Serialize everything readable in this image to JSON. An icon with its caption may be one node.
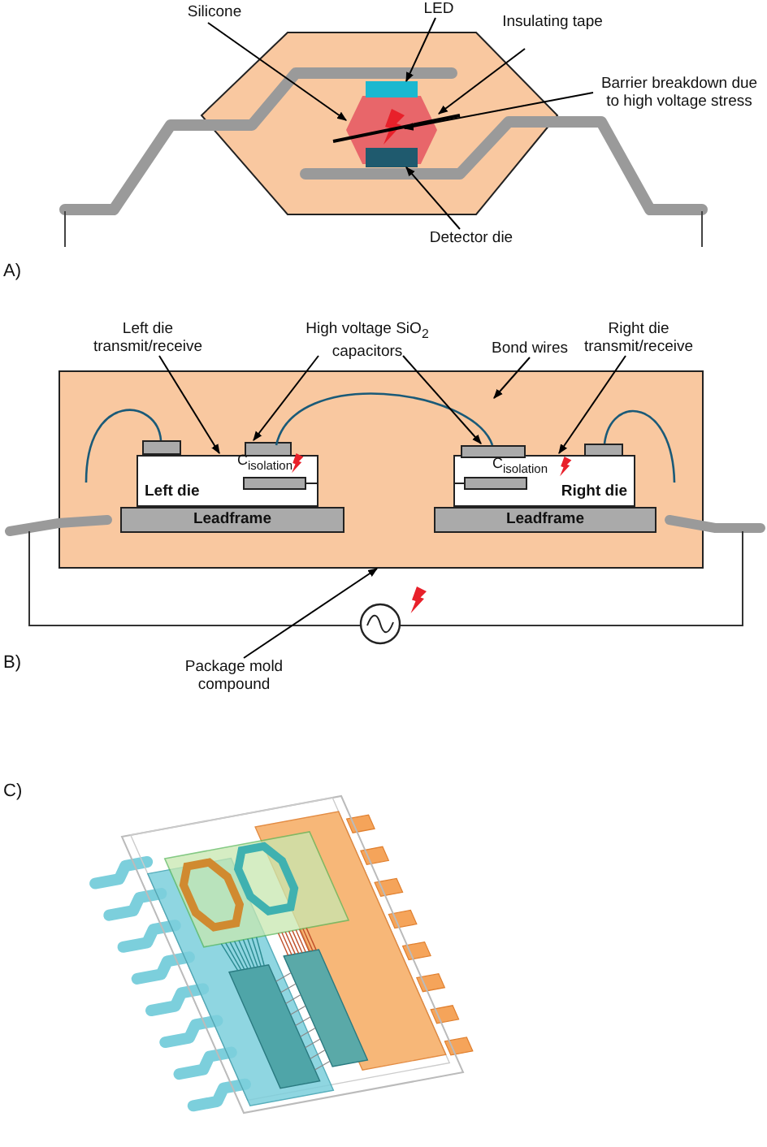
{
  "diagram": {
    "nodes": [
      {
        "text": [
          "Silicone"
        ]
      },
      {
        "text": [
          "LED"
        ]
      },
      {
        "text": [
          "Insulating tape"
        ]
      },
      {
        "text": [
          "Barrier breakdown due to high voltage stress"
        ]
      },
      {
        "text": [
          "Detector die"
        ]
      },
      {
        "text": [],
        "shape": "hexagon"
      },
      {
        "text": [],
        "shape": "box"
      },
      {
        "text": [],
        "shape": "bar"
      },
      {
        "text": [],
        "shape": "picture",
        "in": 5
      },
      {
        "text": [],
        "shape": "box"
      },
      {
        "text": [
          "Left die transmit/receive"
        ]
      },
      {
        "text": [
          "High voltage SiO$_{2}$ capacitors"
        ]
      },
      {
        "text": [
          "Bond wires"
        ]
      },
      {
        "text": [
          "Right die transmit/receive"
        ]
      },
      {
        "text": [],
        "shape": "box"
      },
      {
        "text": [
          "Left die"
        ],
        "in": 14
      },
      {
        "text": [],
        "shape": "box",
        "in": 14
      },
      {
        "text": [
          "Leadframe"
        ],
        "in": 14
      },
      {
        "text": [
          "Right die"
        ],
        "in": 14
      },
      {
        "text": [],
        "shape": "box",
        "in": 14
      },
      {
        "text": [
          "Leadframe"
        ],
        "in": 14
      },
      {
        "text": [],
        "shape": "wire",
        "in": 14
      },
      {
        "text": [
          "Package mold compound"
        ]
      }
    ],
    "edges": [
      {
        "from": 0,
        "to": 5,
        "arrow": "to"
      },
      {
        "from": 1,
        "to": 6,
        "arrow": "to"
      },
      {
        "from": 2,
        "to": 7,
        "arrow": "to"
      },
      {
        "from": 3,
        "to": 8,
        "arrow": "to"
      },
      {
        "from": 4,
        "to": 9,
        "arrow": "to"
      },
      {
        "from": 10,
        "to": 15,
        "arrow": "to"
      },
      {
        "from": 11,
        "to": 16,
        "arrow": "to"
      },
      {
        "from": 11,
        "to": 19,
        "arrow": "to"
      },
      {
        "from": 12,
        "to": 21,
        "arrow": "to"
      },
      {
        "from": 13,
        "to": 18,
        "arrow": "to"
      },
      {
        "from": 22,
        "to": 14,
        "arrow": "to"
      }
    ],
    "labels": [
      "A)",
      "C$_{isolation}$",
      "C$_{isolation}$",
      "B)",
      "C)"
    ]
  }
}
